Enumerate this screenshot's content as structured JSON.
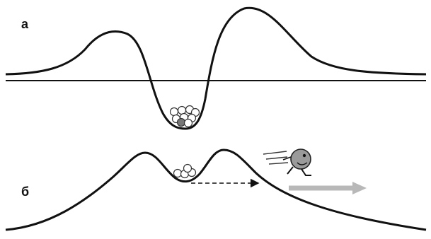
{
  "panels": [
    {
      "id": "a",
      "label": "а"
    },
    {
      "id": "b",
      "label": "б"
    }
  ],
  "colors": {
    "curve": "#111111",
    "particle_fill": "#ffffff",
    "particle_stroke": "#333333",
    "dark_particle": "#666666",
    "arrow_gray": "#b8b8b8",
    "runner_face": "#9a9a9a"
  }
}
